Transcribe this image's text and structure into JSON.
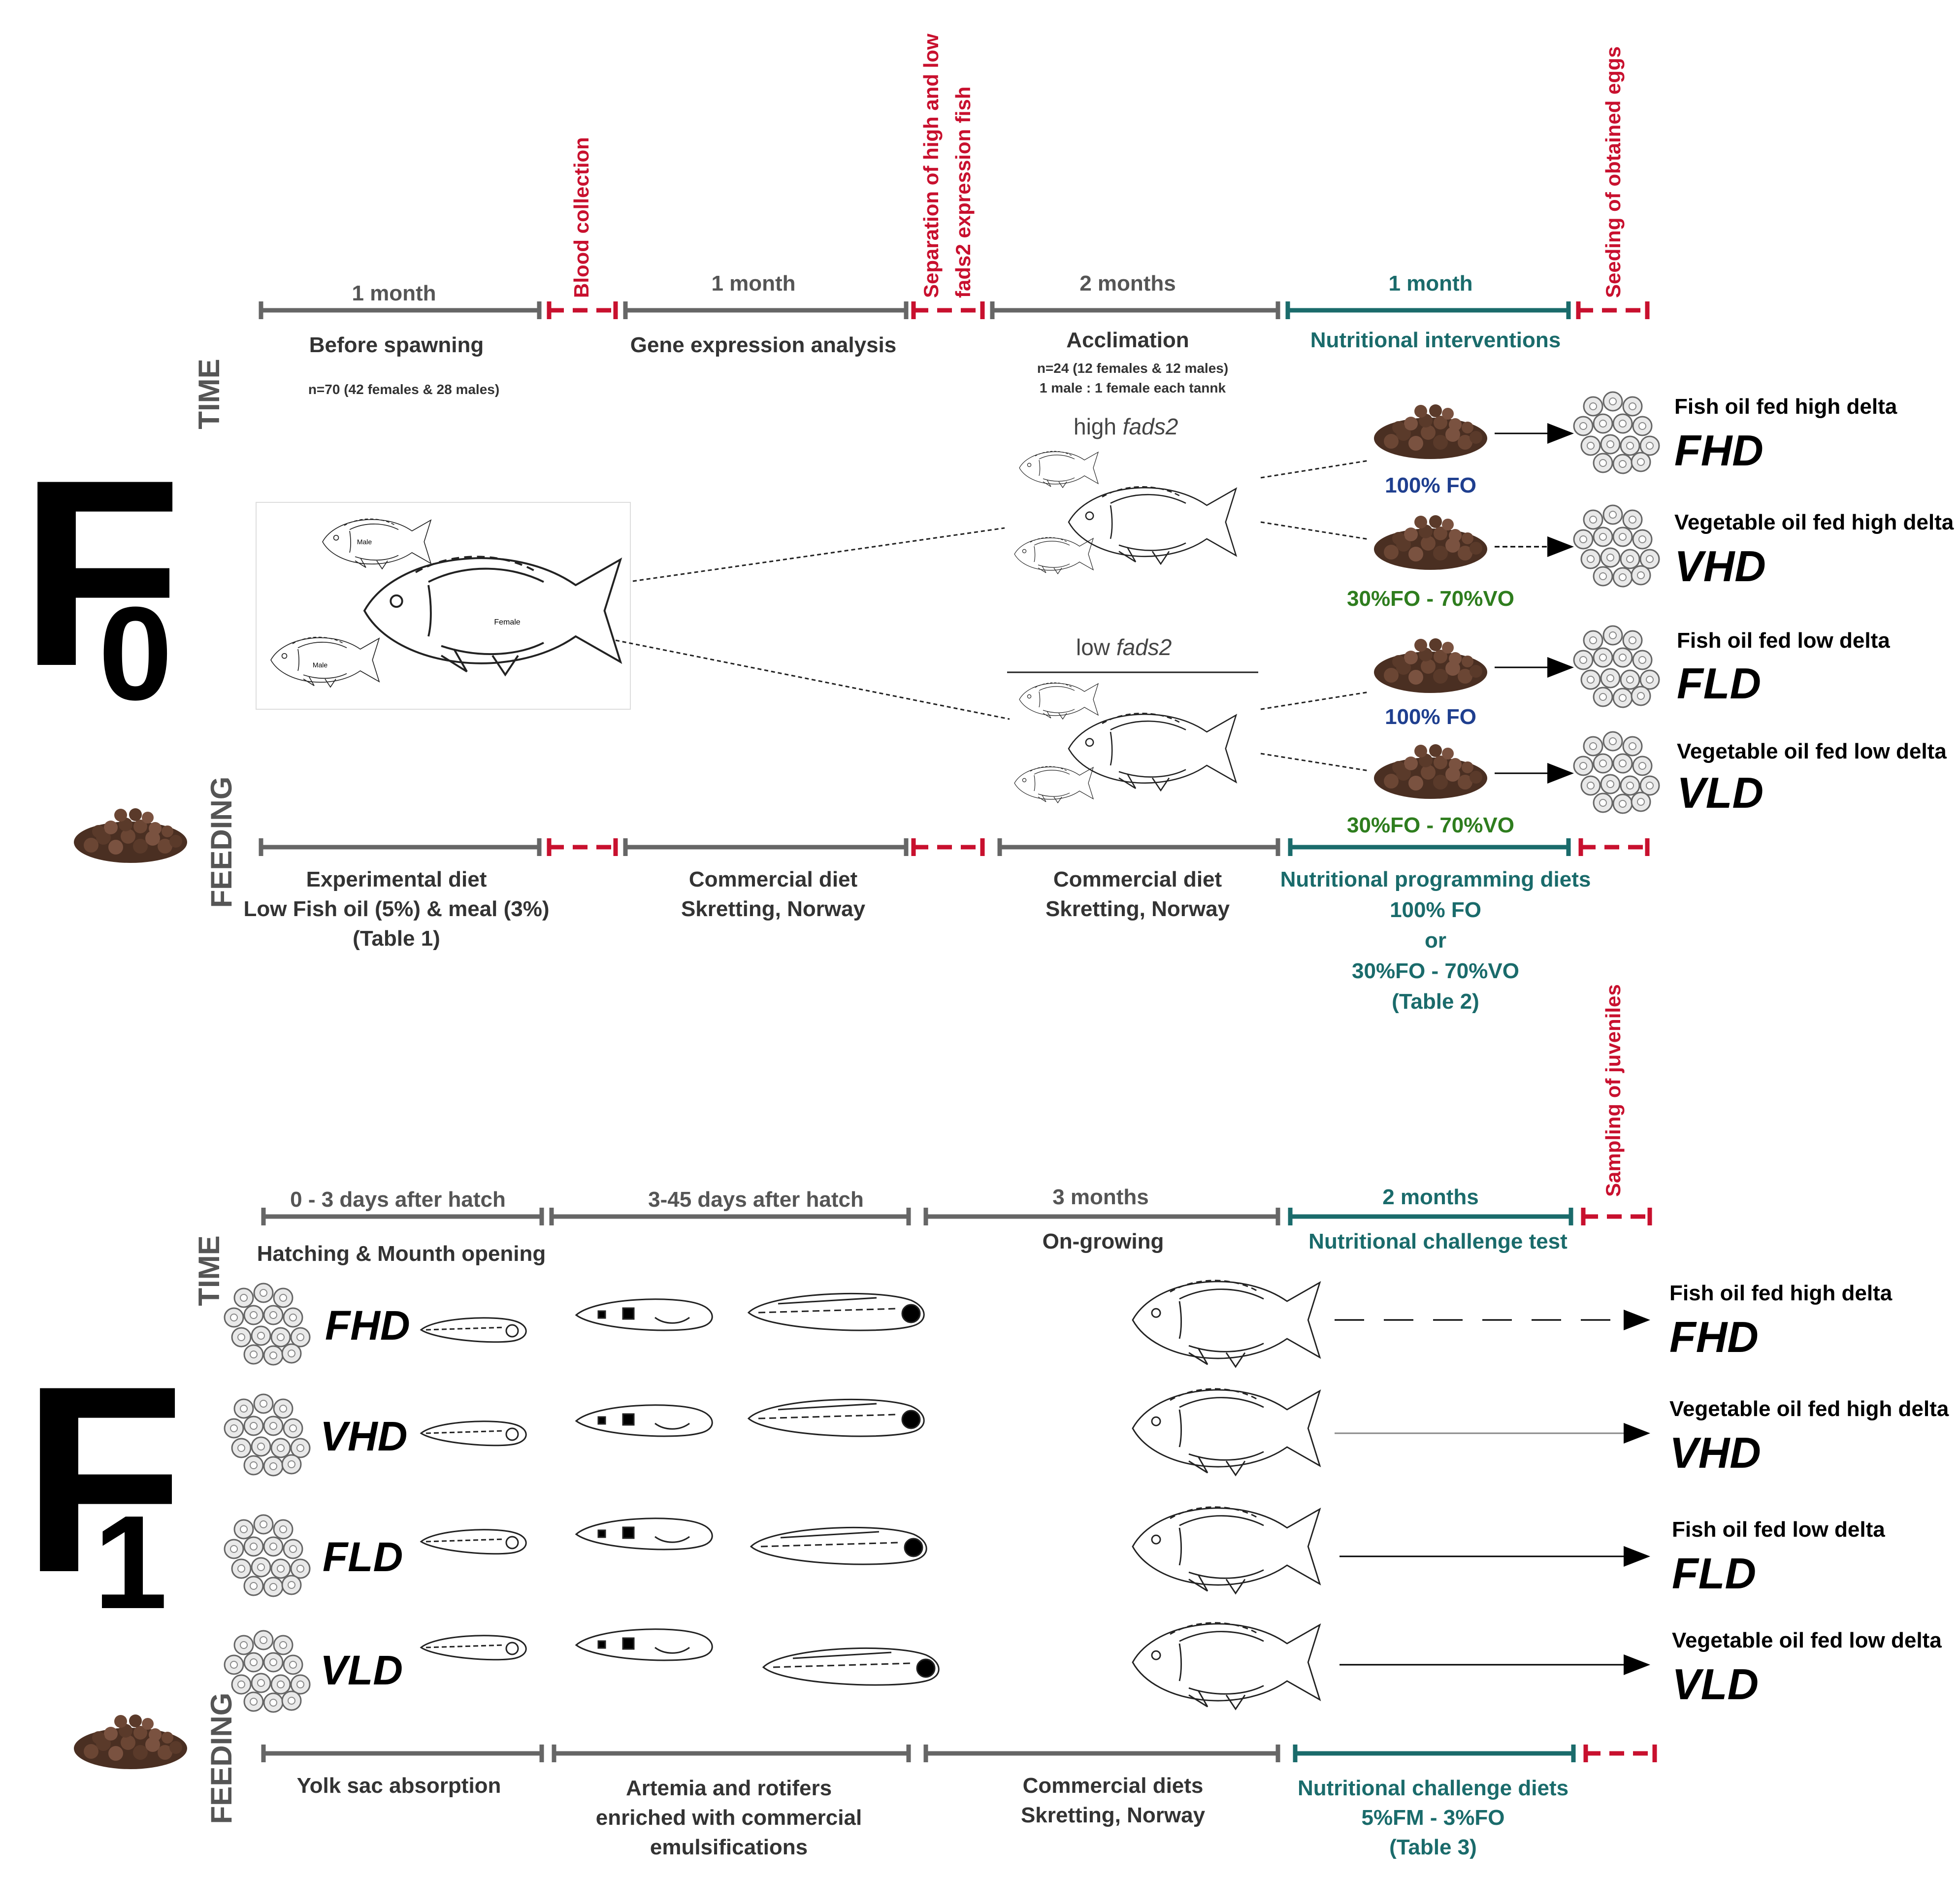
{
  "colors": {
    "grey_line": "#666666",
    "teal": "#1a6b6b",
    "red": "#c8102e",
    "blue": "#1f3f8f",
    "green": "#2e7d1e",
    "pellet": "#5a3a2a"
  },
  "icons": {
    "pellets": "feed-pellet-pile-icon",
    "fish": "fish-outline-icon",
    "eggs": "egg-cluster-icon",
    "larva": "larva-outline-icon"
  },
  "f0": {
    "label_main": "F",
    "label_sub": "0",
    "time_label": "TIME",
    "feeding_label": "FEEDING",
    "time_periods": [
      {
        "duration": "1 month",
        "title": "Before spawning",
        "note": "n=70 (42 females & 28 males)",
        "note2": ""
      },
      {
        "duration": "1 month",
        "title": "Gene expression analysis",
        "note": "",
        "note2": ""
      },
      {
        "duration": "2 months",
        "title": "Acclimation",
        "note": "n=24 (12 females & 12 males)",
        "note2": "1 male : 1 female each tannk"
      },
      {
        "duration": "1 month",
        "title": "Nutritional interventions",
        "note": "",
        "note2": ""
      }
    ],
    "events": [
      "Blood collection",
      "Separation of high and low",
      "fads2 expression fish",
      "Seeding of obtained eggs"
    ],
    "groups_header": {
      "high_prefix": "high ",
      "high_gene": "fads2",
      "low_prefix": "low ",
      "low_gene": "fads2"
    },
    "diets_short": [
      "100% FO",
      "30%FO - 70%VO",
      "100% FO",
      "30%FO - 70%VO"
    ],
    "outcomes": [
      {
        "name": "Fish oil fed high delta",
        "code": "FHD"
      },
      {
        "name": "Vegetable oil fed high delta",
        "code": "VHD"
      },
      {
        "name": "Fish oil fed low delta",
        "code": "FLD"
      },
      {
        "name": "Vegetable oil fed low delta",
        "code": "VLD"
      }
    ],
    "fish_labels": {
      "male": "Male",
      "female": "Female"
    },
    "feeding": [
      [
        "Experimental diet",
        "Low Fish oil (5%) & meal (3%)",
        "(Table 1)"
      ],
      [
        "Commercial diet",
        "Skretting, Norway"
      ],
      [
        "Commercial diet",
        "Skretting, Norway"
      ],
      [
        "Nutritional programming diets",
        "100% FO",
        "or",
        "30%FO - 70%VO",
        "(Table 2)"
      ]
    ]
  },
  "f1": {
    "label_main": "F",
    "label_sub": "1",
    "time_label": "TIME",
    "feeding_label": "FEEDING",
    "time_periods": [
      {
        "duration": "0 - 3 days after hatch",
        "title": "Hatching & Mounth opening"
      },
      {
        "duration": "3-45 days after hatch",
        "title": ""
      },
      {
        "duration": "3 months",
        "title": "On-growing"
      },
      {
        "duration": "2 months",
        "title": "Nutritional challenge test"
      }
    ],
    "events": [
      "Sampling of juveniles"
    ],
    "group_codes": [
      "FHD",
      "VHD",
      "FLD",
      "VLD"
    ],
    "outcomes": [
      {
        "name": "Fish oil fed high delta",
        "code": "FHD"
      },
      {
        "name": "Vegetable oil fed high delta",
        "code": "VHD"
      },
      {
        "name": "Fish oil fed low delta",
        "code": "FLD"
      },
      {
        "name": "Vegetable oil fed low delta",
        "code": "VLD"
      }
    ],
    "feeding": [
      [
        "Yolk sac absorption"
      ],
      [
        "Artemia and rotifers",
        "enriched with commercial",
        "emulsifications"
      ],
      [
        "Commercial diets",
        "Skretting, Norway"
      ],
      [
        "Nutritional challenge diets",
        "5%FM - 3%FO",
        "(Table 3)"
      ]
    ]
  }
}
